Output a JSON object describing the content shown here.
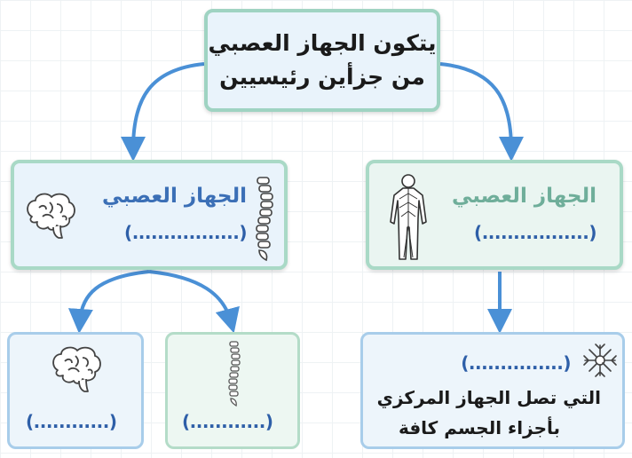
{
  "top": {
    "line1": "يتكون الجهاز العصبي",
    "line2": "من جزأين رئيسيين"
  },
  "left": {
    "title": "الجهاز العصبي",
    "blank": "(.................)"
  },
  "right": {
    "title": "الجهاز العصبي",
    "blank": "(.................)"
  },
  "bottom_left": {
    "blank": "(............)"
  },
  "bottom_mid": {
    "blank": "(............)"
  },
  "bottom_right": {
    "blank": "(...............)",
    "line1": "التي تصل الجهاز المركزي",
    "line2": "بأجزاء الجسم كافة"
  },
  "colors": {
    "title_blue": "#3b6fb6",
    "title_green": "#6fae9a",
    "arrow": "#4a90d6",
    "box_border": "#a9d9c6"
  },
  "icons": [
    "brain-icon",
    "spine-icon",
    "human-nervous-system-icon",
    "neuron-icon"
  ]
}
